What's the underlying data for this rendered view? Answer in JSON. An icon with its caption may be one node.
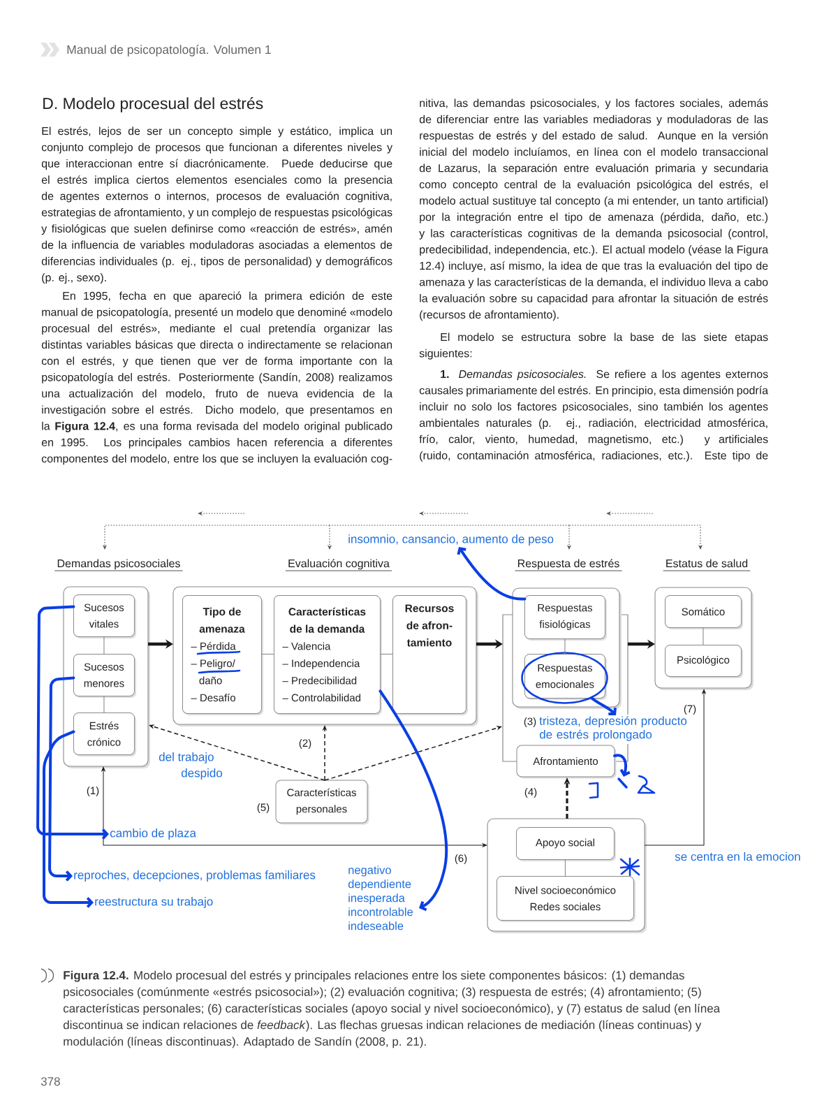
{
  "diagram": {
    "title": "D. Modelo procesual del estrés",
    "caption": "**Figura 12.4.** Modelo procesual del estrés y principales relaciones entre los siete componentes básicos: (1) demandas psicosociales (comúnmente «estrés psicosocial»); (2) evaluación cognitiva; (3) respuesta de estrés; (4) afrontamiento; (5) características personales; (6) características sociales (apoyo social y nivel socioeconómico), y (7) estatus de salud (en línea discontinua se indican relaciones de *feedback*). Las flechas gruesas indican relaciones de mediación (líneas continuas) y modulación (líneas discontinuas). Adaptado de Sandín (2008, p. 21).",
    "nodes": [
      {
        "text": [
          "Demandas psicosociales"
        ]
      },
      {
        "text": [
          "Sucesos vitales"
        ],
        "in": 0
      },
      {
        "text": [
          "Sucesos menores"
        ],
        "in": 0
      },
      {
        "text": [
          "Estrés crónico"
        ],
        "in": 0
      },
      {
        "text": [
          "Evaluación cognitiva"
        ]
      },
      {
        "text": [
          "Tipo de amenaza",
          "– Pérdida",
          "– Peligro/ daño",
          "– Desafío"
        ],
        "in": 4
      },
      {
        "text": [
          "Características de la demanda",
          "– Valencia",
          "– Independencia",
          "– Predecibilidad",
          "– Controlabilidad"
        ],
        "in": 4
      },
      {
        "text": [
          "Recursos de afron-tamiento"
        ],
        "in": 4
      },
      {
        "text": [
          "Respuesta de estrés"
        ]
      },
      {
        "text": [
          "Respuestas fisiológicas"
        ],
        "in": 8
      },
      {
        "text": [
          "Respuestas emocionales"
        ],
        "in": 8
      },
      {
        "text": [
          "Afrontamiento"
        ]
      },
      {
        "text": [
          "Estatus de salud"
        ]
      },
      {
        "text": [
          "Somático"
        ],
        "in": 12
      },
      {
        "text": [
          "Psicológico"
        ],
        "in": 12
      },
      {
        "text": [
          "Características personales"
        ],
        "beside": [
          "(5)"
        ]
      },
      {
        "text": [],
        "shape": "box"
      },
      {
        "text": [
          "Apoyo social"
        ],
        "in": 16
      },
      {
        "text": [
          "Nivel socioeconómico",
          "Redes sociales"
        ],
        "in": 16
      },
      {
        "text": [
          "insomnio, cansancio, aumento de peso"
        ]
      },
      {
        "text": [
          "tristeza, depresión producto de estrés prolongado"
        ]
      },
      {
        "text": [
          "cambio de plaza"
        ]
      },
      {
        "text": [
          "reproches, decepciones, problemas familiares"
        ]
      },
      {
        "text": [
          "reestructura su trabajo"
        ]
      },
      {
        "text": [
          "negativo",
          "dependiente",
          "inesperada",
          "incontrolable",
          "indeseable"
        ]
      },
      {
        "text": [],
        "shape": "picture"
      }
    ],
    "edges": [
      {
        "from": 0,
        "to": 4,
        "arrow": "to",
        "style": "thick"
      },
      {
        "from": 4,
        "to": 8,
        "arrow": "to",
        "style": "thick"
      },
      {
        "from": 8,
        "to": 12,
        "arrow": "to",
        "style": "thick"
      },
      {
        "from": 12,
        "to": 8,
        "arrow": "both",
        "style": "dashed"
      },
      {
        "from": 12,
        "to": 4,
        "arrow": "both",
        "style": "dashed"
      },
      {
        "from": 12,
        "to": 0,
        "arrow": "both",
        "style": "dashed"
      },
      {
        "from": 15,
        "to": 0,
        "arrow": "to",
        "style": "dashed"
      },
      {
        "from": 15,
        "to": 4,
        "arrow": "to",
        "style": "dashed"
      },
      {
        "from": 15,
        "to": 8,
        "arrow": "to",
        "style": "dashed"
      },
      {
        "from": 16,
        "to": 11,
        "arrow": "to",
        "style": "dashed"
      },
      {
        "from": 0,
        "to": 16,
        "arrow": "both"
      },
      {
        "from": 16,
        "to": 12,
        "arrow": "to"
      },
      {
        "from": 1,
        "to": 2,
        "arrow": "none",
        "color": "#8a8a8a"
      },
      {
        "from": 2,
        "to": 3,
        "arrow": "none",
        "color": "#8a8a8a"
      },
      {
        "from": 5,
        "to": 6,
        "arrow": "none",
        "color": "#8a8a8a"
      },
      {
        "from": 6,
        "to": 7,
        "arrow": "none",
        "color": "#8a8a8a"
      },
      {
        "from": 9,
        "to": 10,
        "arrow": "none",
        "color": "#8a8a8a"
      },
      {
        "from": 13,
        "to": 14,
        "arrow": "none",
        "color": "#8a8a8a"
      },
      {
        "from": 17,
        "to": 18,
        "arrow": "none",
        "color": "#8a8a8a"
      },
      {
        "from": 9,
        "to": 19,
        "arrow": "to",
        "style": "thick",
        "color": "#0b3fe3"
      },
      {
        "from": 10,
        "to": 20,
        "arrow": "to",
        "style": "thick",
        "color": "#0b3fe3"
      },
      {
        "from": 1,
        "to": 21,
        "arrow": "to",
        "style": "thick",
        "color": "#0b3fe3"
      },
      {
        "from": 2,
        "to": 22,
        "arrow": "to",
        "style": "thick",
        "color": "#0b3fe3"
      },
      {
        "from": 3,
        "to": 23,
        "arrow": "to",
        "style": "thick",
        "color": "#0b3fe3"
      },
      {
        "from": 6,
        "to": 24,
        "arrow": "to",
        "style": "thick",
        "color": "#0b3fe3"
      },
      {
        "from": 11,
        "to": 25,
        "arrow": "to",
        "style": "thick",
        "color": "#0b3fe3"
      }
    ],
    "labels": [
      "Manual de psicopatología. Volumen 1",
      "El estrés, lejos de ser un concepto simple y estático, implica un conjunto complejo de procesos que funcionan a diferentes niveles y que interaccionan entre sí diacrónicamente. Puede deducirse que el estrés implica ciertos elementos esenciales como la presencia de agentes externos o internos, procesos de evaluación cognitiva, estrategias de afrontamiento, y un complejo de respuestas psicológicas y fisiológicas que suelen definirse como «reacción de estrés», amén de la influencia de variables moduladoras asociadas a elementos de diferencias individuales (p. ej., tipos de personalidad) y demográficos (p. ej., sexo).",
      "En 1995, fecha en que apareció la primera edición de este manual de psicopatología, presenté un modelo que denominé «modelo procesual del estrés», mediante el cual pretendía organizar las distintas variables básicas que directa o indirectamente se relacionan con el estrés, y que tienen que ver de forma importante con la psicopatología del estrés. Posteriormente (Sandín, 2008) realizamos una actualización del modelo, fruto de nueva evidencia de la investigación sobre el estrés. Dicho modelo, que presentamos en la **Figura 12.4**, es una forma revisada del modelo original publicado en 1995. Los principales cambios hacen referencia a diferentes componentes del modelo, entre los que se incluyen la evaluación cog-",
      "nitiva, las demandas psicosociales, y los factores sociales, además de diferenciar entre las variables mediadoras y moduladoras de las respuestas de estrés y del estado de salud. Aunque en la versión inicial del modelo incluíamos, en línea con el modelo transaccional de Lazarus, la separación entre evaluación primaria y secundaria como concepto central de la evaluación psicológica del estrés, el modelo actual sustituye tal concepto (a mi entender, un tanto artificial) por la integración entre el tipo de amenaza (pérdida, daño, etc.) y las características cognitivas de la demanda psicosocial (control, predecibilidad, independencia, etc.). El actual modelo (véase la Figura 12.4) incluye, así mismo, la idea de que tras la evaluación del tipo de amenaza y las características de la demanda, el individuo lleva a cabo la evaluación sobre su capacidad para afrontar la situación de estrés (recursos de afrontamiento).",
      "El modelo se estructura sobre la base de las siete etapas siguientes:",
      "**1.** *Demandas psicosociales.* Se refiere a los agentes externos causales primariamente del estrés. En principio, esta dimensión podría incluir no solo los factores psicosociales, sino también los agentes ambientales naturales (p. ej., radiación, electricidad atmosférica, frío, calor, viento, humedad, magnetismo, etc.) y artificiales (ruido, contaminación atmosférica, radiaciones, etc.). Este tipo de",
      "(7)",
      "(3)",
      "(2)",
      "del trabajo",
      "despido",
      "(1)",
      "(4)",
      "se centra en la emocion",
      "(6)",
      "378"
    ]
  }
}
